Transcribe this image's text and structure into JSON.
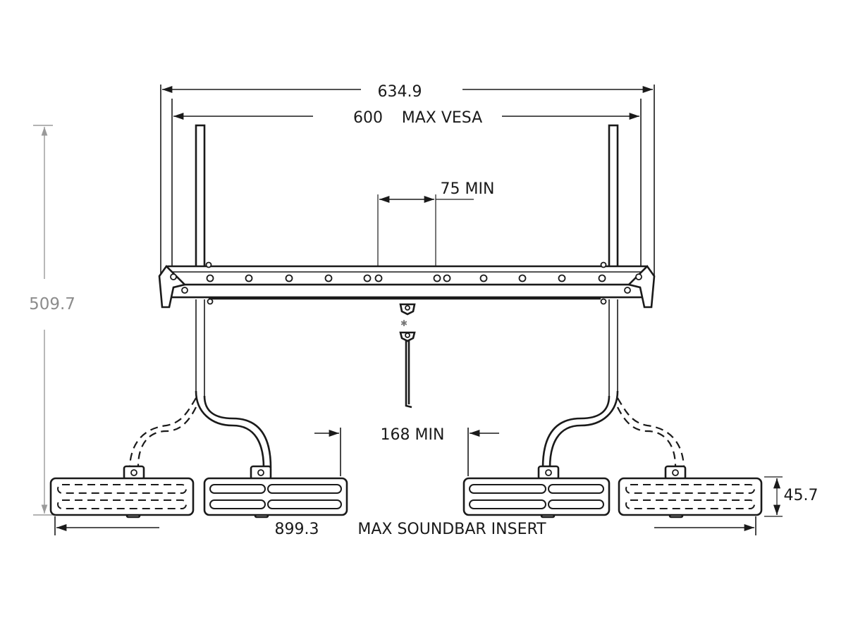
{
  "dimensions": {
    "overall_width": "634.9",
    "vesa_value": "600",
    "vesa_label": "MAX VESA",
    "min_spacing": "75 MIN",
    "height": "509.7",
    "soundbar_gap": "168 MIN",
    "soundbar_width_value": "899.3",
    "soundbar_width_label": "MAX SOUNDBAR INSERT",
    "soundbar_depth": "45.7"
  }
}
